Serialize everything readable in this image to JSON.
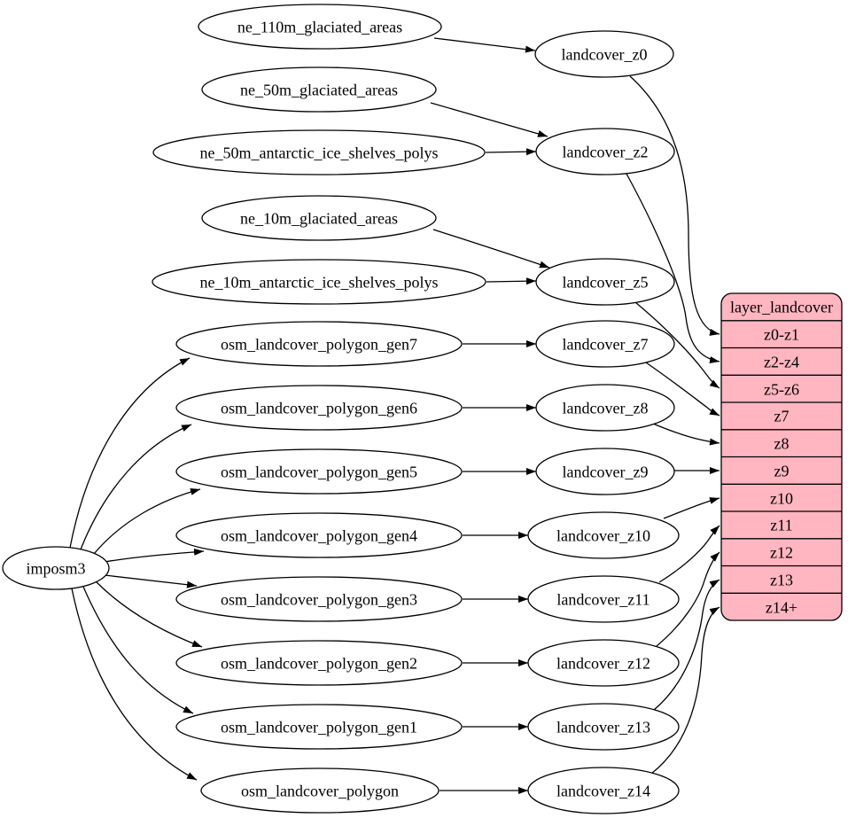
{
  "colors": {
    "background": "#ffffff",
    "node_fill": "#ffffff",
    "node_stroke": "#000000",
    "edge_color": "#000000",
    "table_fill": "#ffb6c1"
  },
  "nodes": {
    "imposm3": "imposm3",
    "ne_110m_glaciated_areas": "ne_110m_glaciated_areas",
    "ne_50m_glaciated_areas": "ne_50m_glaciated_areas",
    "ne_50m_antarctic_ice_shelves_polys": "ne_50m_antarctic_ice_shelves_polys",
    "ne_10m_glaciated_areas": "ne_10m_glaciated_areas",
    "ne_10m_antarctic_ice_shelves_polys": "ne_10m_antarctic_ice_shelves_polys",
    "osm_landcover_polygon_gen7": "osm_landcover_polygon_gen7",
    "osm_landcover_polygon_gen6": "osm_landcover_polygon_gen6",
    "osm_landcover_polygon_gen5": "osm_landcover_polygon_gen5",
    "osm_landcover_polygon_gen4": "osm_landcover_polygon_gen4",
    "osm_landcover_polygon_gen3": "osm_landcover_polygon_gen3",
    "osm_landcover_polygon_gen2": "osm_landcover_polygon_gen2",
    "osm_landcover_polygon_gen1": "osm_landcover_polygon_gen1",
    "osm_landcover_polygon": "osm_landcover_polygon",
    "landcover_z0": "landcover_z0",
    "landcover_z2": "landcover_z2",
    "landcover_z5": "landcover_z5",
    "landcover_z7": "landcover_z7",
    "landcover_z8": "landcover_z8",
    "landcover_z9": "landcover_z9",
    "landcover_z10": "landcover_z10",
    "landcover_z11": "landcover_z11",
    "landcover_z12": "landcover_z12",
    "landcover_z13": "landcover_z13",
    "landcover_z14": "landcover_z14"
  },
  "table": {
    "title": "layer_landcover",
    "rows": [
      "z0-z1",
      "z2-z4",
      "z5-z6",
      "z7",
      "z8",
      "z9",
      "z10",
      "z11",
      "z12",
      "z13",
      "z14+"
    ]
  },
  "edges": [
    {
      "from": "imposm3",
      "to": "osm_landcover_polygon_gen7"
    },
    {
      "from": "imposm3",
      "to": "osm_landcover_polygon_gen6"
    },
    {
      "from": "imposm3",
      "to": "osm_landcover_polygon_gen5"
    },
    {
      "from": "imposm3",
      "to": "osm_landcover_polygon_gen4"
    },
    {
      "from": "imposm3",
      "to": "osm_landcover_polygon_gen3"
    },
    {
      "from": "imposm3",
      "to": "osm_landcover_polygon_gen2"
    },
    {
      "from": "imposm3",
      "to": "osm_landcover_polygon_gen1"
    },
    {
      "from": "imposm3",
      "to": "osm_landcover_polygon"
    },
    {
      "from": "ne_110m_glaciated_areas",
      "to": "landcover_z0"
    },
    {
      "from": "ne_50m_glaciated_areas",
      "to": "landcover_z2"
    },
    {
      "from": "ne_50m_antarctic_ice_shelves_polys",
      "to": "landcover_z2"
    },
    {
      "from": "ne_10m_glaciated_areas",
      "to": "landcover_z5"
    },
    {
      "from": "ne_10m_antarctic_ice_shelves_polys",
      "to": "landcover_z5"
    },
    {
      "from": "osm_landcover_polygon_gen7",
      "to": "landcover_z7"
    },
    {
      "from": "osm_landcover_polygon_gen6",
      "to": "landcover_z8"
    },
    {
      "from": "osm_landcover_polygon_gen5",
      "to": "landcover_z9"
    },
    {
      "from": "osm_landcover_polygon_gen4",
      "to": "landcover_z10"
    },
    {
      "from": "osm_landcover_polygon_gen3",
      "to": "landcover_z11"
    },
    {
      "from": "osm_landcover_polygon_gen2",
      "to": "landcover_z12"
    },
    {
      "from": "osm_landcover_polygon_gen1",
      "to": "landcover_z13"
    },
    {
      "from": "osm_landcover_polygon",
      "to": "landcover_z14"
    },
    {
      "from": "landcover_z0",
      "to": "layer_landcover:z0-z1"
    },
    {
      "from": "landcover_z2",
      "to": "layer_landcover:z2-z4"
    },
    {
      "from": "landcover_z5",
      "to": "layer_landcover:z5-z6"
    },
    {
      "from": "landcover_z7",
      "to": "layer_landcover:z7"
    },
    {
      "from": "landcover_z8",
      "to": "layer_landcover:z8"
    },
    {
      "from": "landcover_z9",
      "to": "layer_landcover:z9"
    },
    {
      "from": "landcover_z10",
      "to": "layer_landcover:z10"
    },
    {
      "from": "landcover_z11",
      "to": "layer_landcover:z11"
    },
    {
      "from": "landcover_z12",
      "to": "layer_landcover:z12"
    },
    {
      "from": "landcover_z13",
      "to": "layer_landcover:z13"
    },
    {
      "from": "landcover_z14",
      "to": "layer_landcover:z14+"
    }
  ]
}
